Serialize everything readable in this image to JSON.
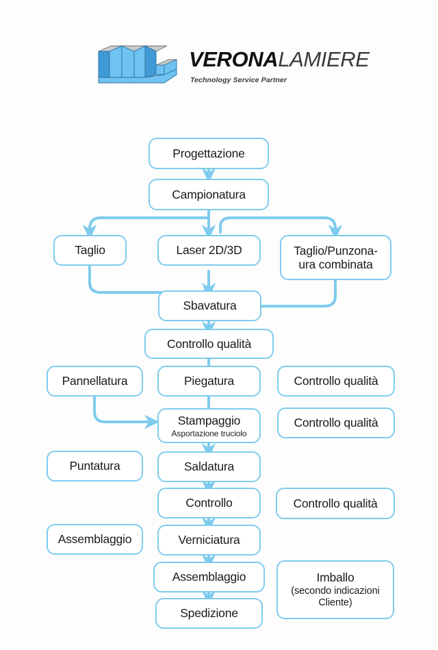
{
  "brand": {
    "logo_icon": "verona-lamiere-vl-logo",
    "name_bold": "VERONA",
    "name_light": "LAMIERE",
    "tagline": "Technology Service Partner",
    "logo_blue": "#4aa8e0",
    "logo_gray": "#c8ccce"
  },
  "theme": {
    "box_border": "#7ecbee",
    "box_fill": "#ffffff",
    "connector": "#7ecbee",
    "text": "#1a1a1a",
    "background": "#fdfdfd"
  },
  "diagram": {
    "type": "flowchart",
    "title": "",
    "nodes": [
      {
        "id": "progettazione",
        "label": "Progettazione",
        "subtitle": ""
      },
      {
        "id": "campionatura",
        "label": "Campionatura",
        "subtitle": ""
      },
      {
        "id": "taglio",
        "label": "Taglio",
        "subtitle": ""
      },
      {
        "id": "laser",
        "label": "Laser 2D/3D",
        "subtitle": ""
      },
      {
        "id": "punzonatura",
        "label": "Taglio/Punzona-\nura combinata",
        "subtitle": ""
      },
      {
        "id": "sbavatura",
        "label": "Sbavatura",
        "subtitle": ""
      },
      {
        "id": "cq1",
        "label": "Controllo qualità",
        "subtitle": ""
      },
      {
        "id": "pannellatura",
        "label": "Pannellatura",
        "subtitle": ""
      },
      {
        "id": "piegatura",
        "label": "Piegatura",
        "subtitle": ""
      },
      {
        "id": "cq2",
        "label": "Controllo qualità",
        "subtitle": ""
      },
      {
        "id": "stampaggio",
        "label": "Stampaggio",
        "subtitle": "Asportazione truciolo"
      },
      {
        "id": "cq3",
        "label": "Controllo qualità",
        "subtitle": ""
      },
      {
        "id": "puntatura",
        "label": "Puntatura",
        "subtitle": ""
      },
      {
        "id": "saldatura",
        "label": "Saldatura",
        "subtitle": ""
      },
      {
        "id": "controllo",
        "label": "Controllo",
        "subtitle": ""
      },
      {
        "id": "cq4",
        "label": "Controllo qualità",
        "subtitle": ""
      },
      {
        "id": "assemblaggio_l",
        "label": "Assemblaggio",
        "subtitle": ""
      },
      {
        "id": "verniciatura",
        "label": "Verniciatura",
        "subtitle": ""
      },
      {
        "id": "assemblaggio_c",
        "label": "Assemblaggio",
        "subtitle": ""
      },
      {
        "id": "imballo",
        "label": "Imballo",
        "subtitle": "(secondo indicazioni\nCliente)"
      },
      {
        "id": "spedizione",
        "label": "Spedizione",
        "subtitle": ""
      }
    ],
    "edges": [
      {
        "from": "progettazione",
        "to": "campionatura"
      },
      {
        "from": "campionatura",
        "to": "taglio"
      },
      {
        "from": "campionatura",
        "to": "laser"
      },
      {
        "from": "campionatura",
        "to": "punzonatura"
      },
      {
        "from": "taglio",
        "to": "sbavatura"
      },
      {
        "from": "laser",
        "to": "sbavatura"
      },
      {
        "from": "punzonatura",
        "to": "sbavatura"
      },
      {
        "from": "sbavatura",
        "to": "cq1"
      },
      {
        "from": "cq1",
        "to": "piegatura"
      },
      {
        "from": "piegatura",
        "to": "stampaggio"
      },
      {
        "from": "pannellatura",
        "to": "stampaggio"
      },
      {
        "from": "stampaggio",
        "to": "saldatura"
      },
      {
        "from": "saldatura",
        "to": "controllo"
      },
      {
        "from": "controllo",
        "to": "verniciatura"
      },
      {
        "from": "verniciatura",
        "to": "assemblaggio_c"
      },
      {
        "from": "assemblaggio_c",
        "to": "spedizione"
      }
    ]
  }
}
